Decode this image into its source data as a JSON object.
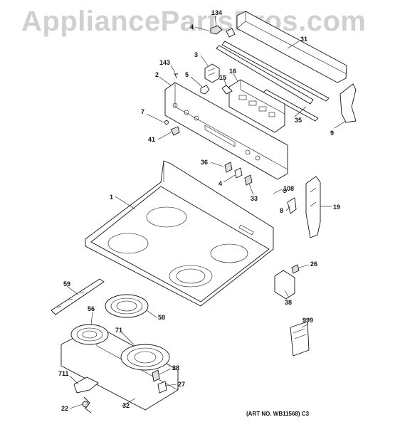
{
  "watermark": "AppliancePartsPros.com",
  "art_number": "(ART NO. WB11568) C3",
  "callouts": [
    {
      "id": "c134",
      "label": "134"
    },
    {
      "id": "c4a",
      "label": "4"
    },
    {
      "id": "c31",
      "label": "31"
    },
    {
      "id": "c3",
      "label": "3"
    },
    {
      "id": "c143",
      "label": "143"
    },
    {
      "id": "c2",
      "label": "2"
    },
    {
      "id": "c5",
      "label": "5"
    },
    {
      "id": "c16",
      "label": "16"
    },
    {
      "id": "c15",
      "label": "15"
    },
    {
      "id": "c7",
      "label": "7"
    },
    {
      "id": "c41",
      "label": "41"
    },
    {
      "id": "c35",
      "label": "35"
    },
    {
      "id": "c9",
      "label": "9"
    },
    {
      "id": "c36",
      "label": "36"
    },
    {
      "id": "c4b",
      "label": "4"
    },
    {
      "id": "c33",
      "label": "33"
    },
    {
      "id": "c108",
      "label": "108"
    },
    {
      "id": "c1",
      "label": "1"
    },
    {
      "id": "c8",
      "label": "8"
    },
    {
      "id": "c19",
      "label": "19"
    },
    {
      "id": "c26",
      "label": "26"
    },
    {
      "id": "c59",
      "label": "59"
    },
    {
      "id": "c38",
      "label": "38"
    },
    {
      "id": "c56",
      "label": "56"
    },
    {
      "id": "c58",
      "label": "58"
    },
    {
      "id": "c999",
      "label": "999"
    },
    {
      "id": "c71",
      "label": "71"
    },
    {
      "id": "c28",
      "label": "28"
    },
    {
      "id": "c711",
      "label": "711"
    },
    {
      "id": "c27",
      "label": "27"
    },
    {
      "id": "c22",
      "label": "22"
    },
    {
      "id": "c32",
      "label": "32"
    }
  ]
}
